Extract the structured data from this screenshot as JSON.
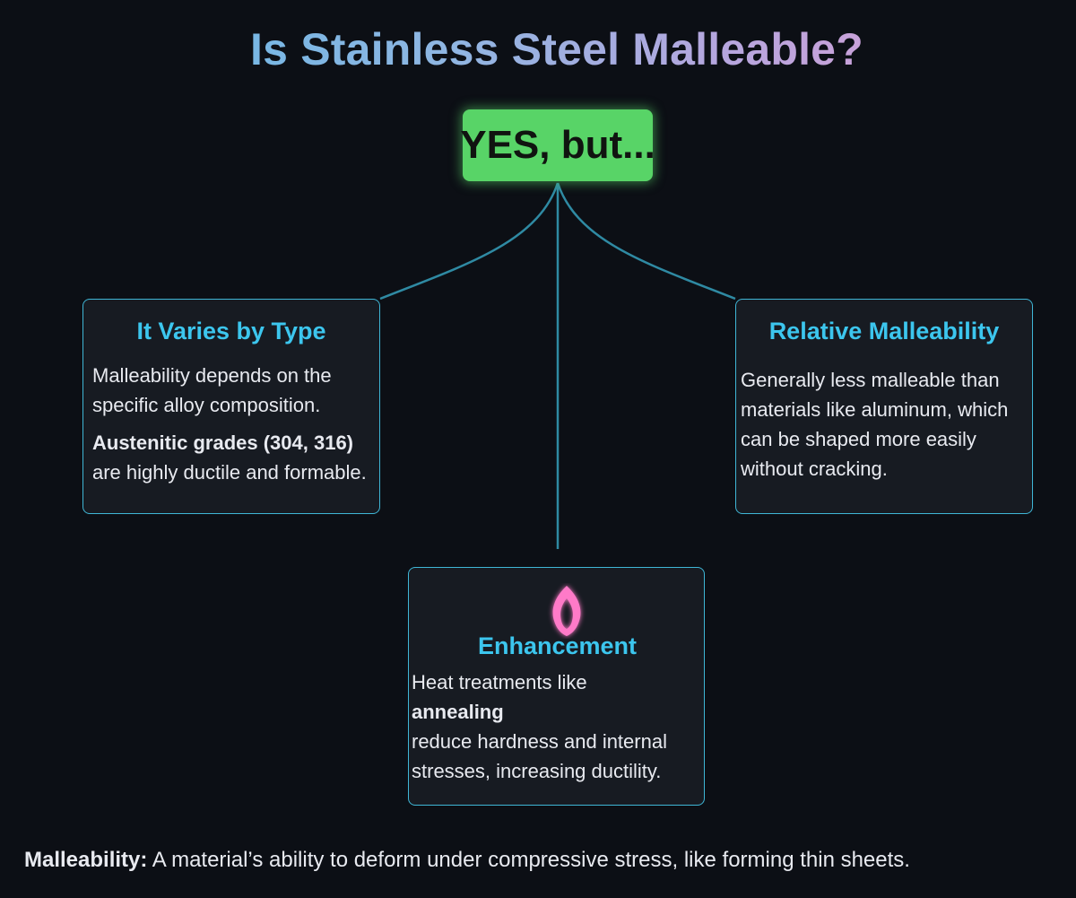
{
  "title": "Is Stainless Steel Malleable?",
  "answer": "YES, but...",
  "colors": {
    "background": "#0c0f15",
    "answer_bg": "#58d467",
    "card_border": "#3fb6d6",
    "card_title": "#3cc6ee",
    "connector": "#2f8aa3",
    "flame": "#ff7ac8"
  },
  "cards": {
    "type": {
      "title": "It Varies by Type",
      "line1": "Malleability depends on the",
      "line2": "specific alloy composition.",
      "bold": "Austenitic grades (304, 316)",
      "line3": "are highly ductile and formable."
    },
    "relative": {
      "title": "Relative Malleability",
      "line1": "Generally less malleable than",
      "line2": "materials like aluminum, which",
      "line3": "can be shaped more easily",
      "line4": "without cracking."
    },
    "enhancement": {
      "icon": "flame-icon",
      "title": "Enhancement",
      "line1": "Heat treatments like",
      "bold": "annealing",
      "line2": "reduce hardness and internal",
      "line3": "stresses, increasing ductility."
    }
  },
  "footer": {
    "term": "Malleability:",
    "definition": "A material’s ability to deform under compressive stress, like forming thin sheets."
  }
}
